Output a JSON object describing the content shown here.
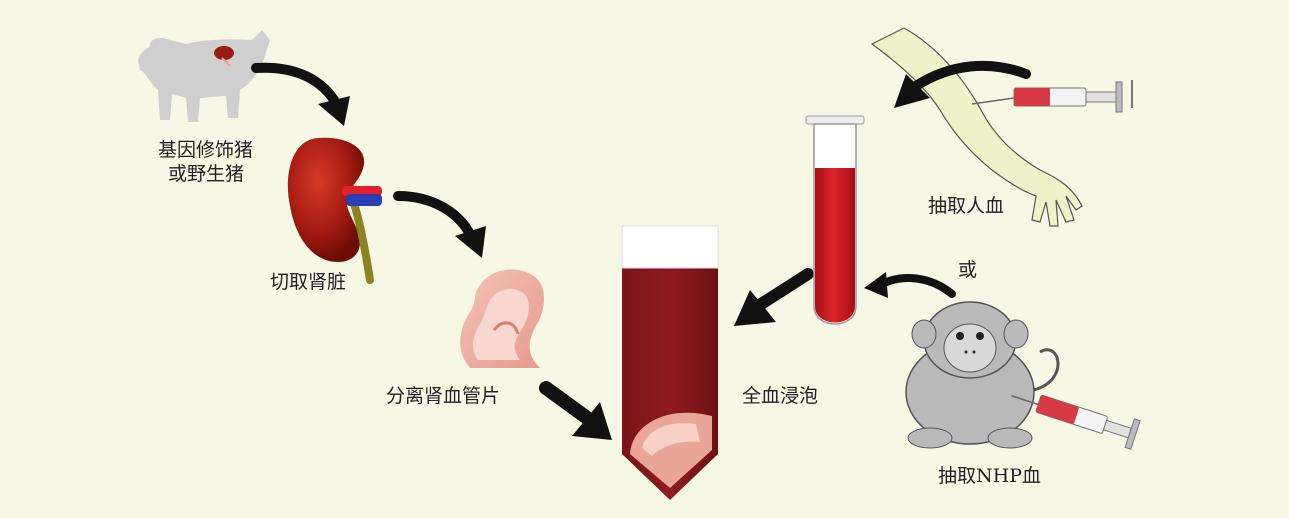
{
  "labels": {
    "pig_line1": "基因修饰猪",
    "pig_line2": "或野生猪",
    "kidney": "切取肾脏",
    "vessel": "分离肾血管片",
    "soak": "全血浸泡",
    "human_blood": "抽取人血",
    "or": "或",
    "nhp_blood": "抽取NHP血"
  },
  "colors": {
    "background": "#f7f7e6",
    "blood": "#8b1a1f",
    "tube_blood": "#c4141c",
    "kidney": "#a31a12",
    "arrow": "#111111"
  }
}
